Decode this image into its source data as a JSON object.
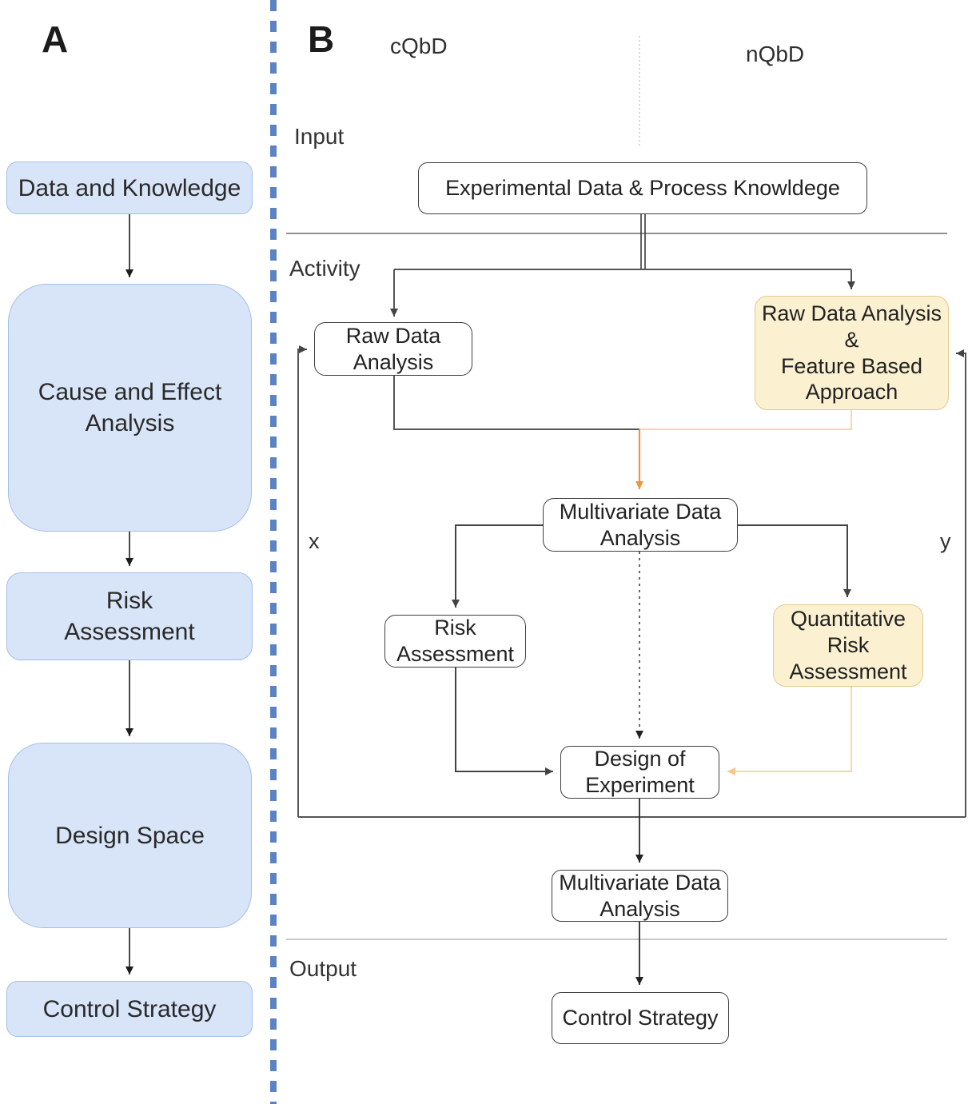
{
  "panel_a": {
    "label": "A",
    "boxes": [
      {
        "label": "Data and Knowledge"
      },
      {
        "label": "Cause and Effect\nAnalysis"
      },
      {
        "label": "Risk\nAssessment"
      },
      {
        "label": "Design Space"
      },
      {
        "label": "Control Strategy"
      }
    ]
  },
  "panel_b": {
    "label": "B",
    "column_left": "cQbD",
    "column_right": "nQbD",
    "sections": {
      "input": "Input",
      "activity": "Activity",
      "output": "Output"
    },
    "nodes": {
      "experimental": "Experimental Data & Process Knowldege",
      "raw_data": "Raw Data\nAnalysis",
      "raw_data_feature": "Raw Data Analysis\n&\nFeature Based\nApproach",
      "mda1": "Multivariate Data\nAnalysis",
      "risk": "Risk\nAssessment",
      "qra": "Quantitative\nRisk\nAssessment",
      "doe": "Design of\nExperiment",
      "mda2": "Multivariate Data\nAnalysis",
      "control": "Control Strategy"
    },
    "edge_labels": {
      "x": "x",
      "y": "y"
    }
  },
  "colors": {
    "blue_node_fill": "#d8e5f8",
    "blue_node_border": "#a3bfe8",
    "yellow_node_fill": "#fbf1d1",
    "yellow_node_border": "#e0ca8c",
    "divider_blue": "#5b83c3",
    "connector_gray": "#666666",
    "connector_dark": "#333333",
    "orange_arrow": "#e8973f",
    "light_orange_arrow": "#f8d6a6",
    "separator_top": "#8f8f8f",
    "separator_bottom": "#c9c9c9"
  }
}
